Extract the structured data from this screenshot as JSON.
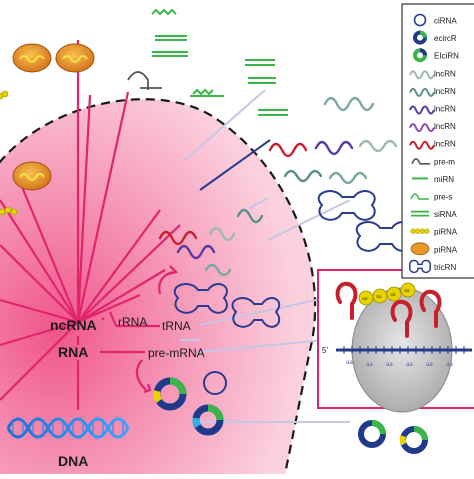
{
  "labels": {
    "ncrna": "ncRNA",
    "trna": "tRNA",
    "rrna": "rRNA",
    "rna": "RNA",
    "pre_mrna": "pre-mRNA",
    "dna": "DNA",
    "five_prime": "5'",
    "codon": "aa"
  },
  "legend": [
    {
      "label": "ciRNA",
      "icon": "open-circle"
    },
    {
      "label": "ecircR",
      "icon": "dark-ring"
    },
    {
      "label": "EIciRN",
      "icon": "green-ring"
    },
    {
      "label": "lncRN",
      "icon": "grey-squiggle"
    },
    {
      "label": "lncRN",
      "icon": "teal-squiggle"
    },
    {
      "label": "lncRN",
      "icon": "purple-squiggle"
    },
    {
      "label": "lncRN",
      "icon": "violet-squiggle"
    },
    {
      "label": "lncRN",
      "icon": "red-squiggle"
    },
    {
      "label": "pre-m",
      "icon": "hairpin"
    },
    {
      "label": "miRN",
      "icon": "short-green-line"
    },
    {
      "label": "pre-s",
      "icon": "green-hairpin"
    },
    {
      "label": "siRNA",
      "icon": "double-line"
    },
    {
      "label": "piRNA",
      "icon": "yellow-beads"
    },
    {
      "label": "piRNA",
      "icon": "orange-oval"
    },
    {
      "label": "tricRN",
      "icon": "dumbbell"
    }
  ],
  "colors": {
    "cell_fill": "#f7b9cc",
    "cell_center": "#f06a94",
    "spoke": "#e0246e",
    "nucleus_line": "#1a1a1a",
    "red_squiggle": "#c8202a",
    "purple_squiggle": "#5a3a9c",
    "teal_squiggle": "#5a8f8a",
    "green_line": "#3ab54a",
    "yellow_bead": "#e6d300",
    "orange_oval": "#e8972a",
    "dark_blue": "#1f3a8a",
    "ribosome": "#c8c8c8",
    "mrna_line": "#233a86"
  }
}
